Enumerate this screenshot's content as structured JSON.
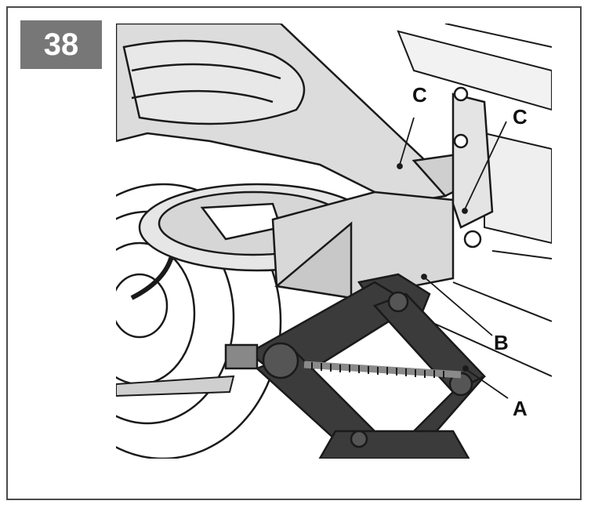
{
  "step": {
    "number": "38"
  },
  "callouts": {
    "frame_left": "C",
    "frame_right": "C",
    "jack_point": "B",
    "jack_screw": "A"
  },
  "colors": {
    "badge_background": "#777777",
    "body_panel": "#dcdcdc",
    "jack": "#3b3b3b",
    "linework": "#1a1a1a"
  },
  "icons": [
    "scissor-jack-illustration"
  ]
}
